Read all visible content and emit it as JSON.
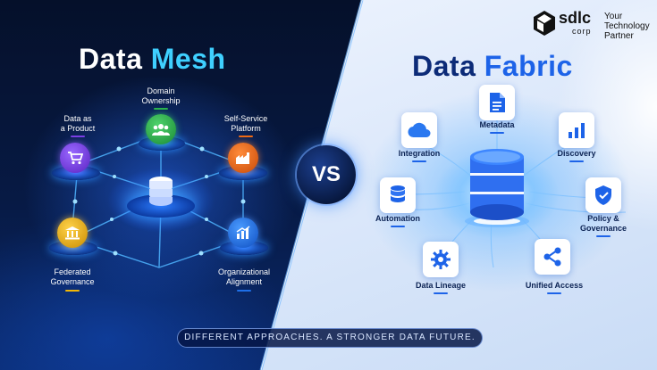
{
  "left": {
    "title_main": "Data ",
    "title_accent": "Mesh",
    "nodes": [
      {
        "label_line1": "Domain",
        "label_line2": "Ownership",
        "icon": "users-icon",
        "color": "#2bb24c"
      },
      {
        "label_line1": "Data as",
        "label_line2": "a Product",
        "icon": "cart-icon",
        "color": "#7b3fe4"
      },
      {
        "label_line1": "Self-Service",
        "label_line2": "Platform",
        "icon": "factory-icon",
        "color": "#f06a14"
      },
      {
        "label_line1": "Federated",
        "label_line2": "Governance",
        "icon": "bank-icon",
        "color": "#f2b705"
      },
      {
        "label_line1": "Organizational",
        "label_line2": "Alignment",
        "icon": "bar-chart-icon",
        "color": "#1e6fe8"
      }
    ]
  },
  "vs_label": "VS",
  "right": {
    "title_main": "Data ",
    "title_accent": "Fabric",
    "nodes": [
      {
        "label": "Metadata",
        "icon": "document-icon"
      },
      {
        "label": "Integration",
        "icon": "cloud-icon"
      },
      {
        "label": "Discovery",
        "icon": "bar-chart-icon"
      },
      {
        "label": "Automation",
        "icon": "database-icon"
      },
      {
        "label": "Policy &",
        "label_line2": "Governance",
        "icon": "shield-check-icon"
      },
      {
        "label": "Data Lineage",
        "icon": "gear-icon"
      },
      {
        "label": "Unified Access",
        "icon": "share-icon"
      }
    ]
  },
  "logo": {
    "mark": "sdlc",
    "sub": "corp",
    "tagline_line1": "Your",
    "tagline_line2": "Technology",
    "tagline_line3": "Partner"
  },
  "tagline": "DIFFERENT APPROACHES. A STRONGER DATA FUTURE.",
  "colors": {
    "left_accent": "#3fd0ff",
    "right_title": "#0c2b78",
    "right_accent": "#1d63e8"
  }
}
